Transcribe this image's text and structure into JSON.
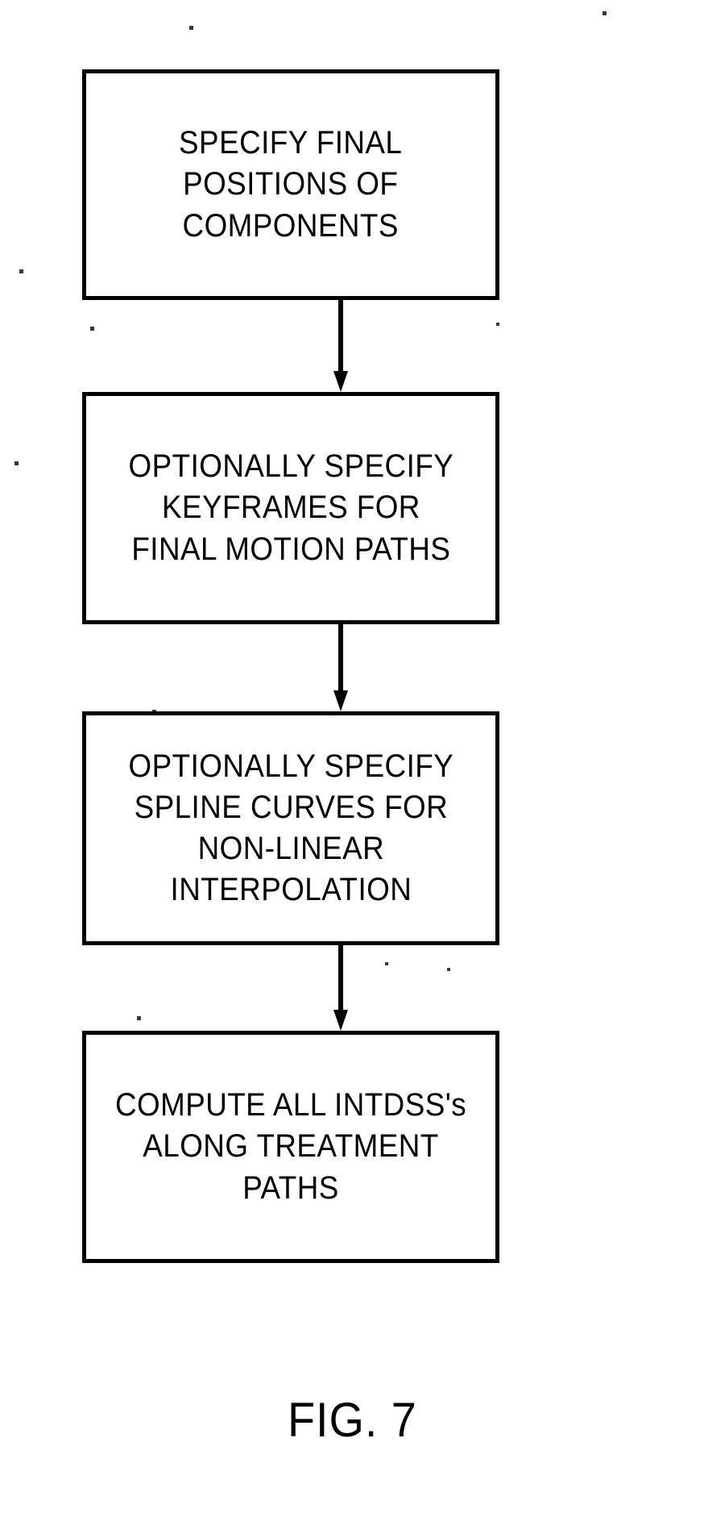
{
  "figure": {
    "caption": "FIG. 7",
    "orientation": "vertical-flowchart",
    "ink_color": "#000000",
    "background_color": "#ffffff"
  },
  "flowchart": {
    "steps": [
      {
        "id": "specify-final-positions",
        "order": 1,
        "text": "SPECIFY FINAL\nPOSITIONS OF\nCOMPONENTS",
        "lines": [
          "SPECIFY FINAL",
          "POSITIONS OF",
          "COMPONENTS"
        ]
      },
      {
        "id": "optional-keyframes",
        "order": 2,
        "text": "OPTIONALLY SPECIFY\nKEYFRAMES FOR\nFINAL MOTION PATHS",
        "lines": [
          "OPTIONALLY SPECIFY",
          "KEYFRAMES FOR",
          "FINAL MOTION PATHS"
        ]
      },
      {
        "id": "optional-spline",
        "order": 3,
        "text": "OPTIONALLY SPECIFY\nSPLINE CURVES FOR\nNON-LINEAR\nINTERPOLATION",
        "lines": [
          "OPTIONALLY SPECIFY",
          "SPLINE CURVES FOR",
          "NON-LINEAR",
          "INTERPOLATION"
        ]
      },
      {
        "id": "compute-intdss",
        "order": 4,
        "text": "COMPUTE ALL INTDSS's\nALONG TREATMENT\nPATHS",
        "lines": [
          "COMPUTE ALL INTDSS's",
          "ALONG TREATMENT",
          "PATHS"
        ]
      }
    ],
    "connectors": [
      {
        "id": "arrow-1",
        "from": "specify-final-positions",
        "to": "optional-keyframes",
        "direction": "down"
      },
      {
        "id": "arrow-2",
        "from": "optional-keyframes",
        "to": "optional-spline",
        "direction": "down"
      },
      {
        "id": "arrow-3",
        "from": "optional-spline",
        "to": "compute-intdss",
        "direction": "down"
      }
    ]
  }
}
